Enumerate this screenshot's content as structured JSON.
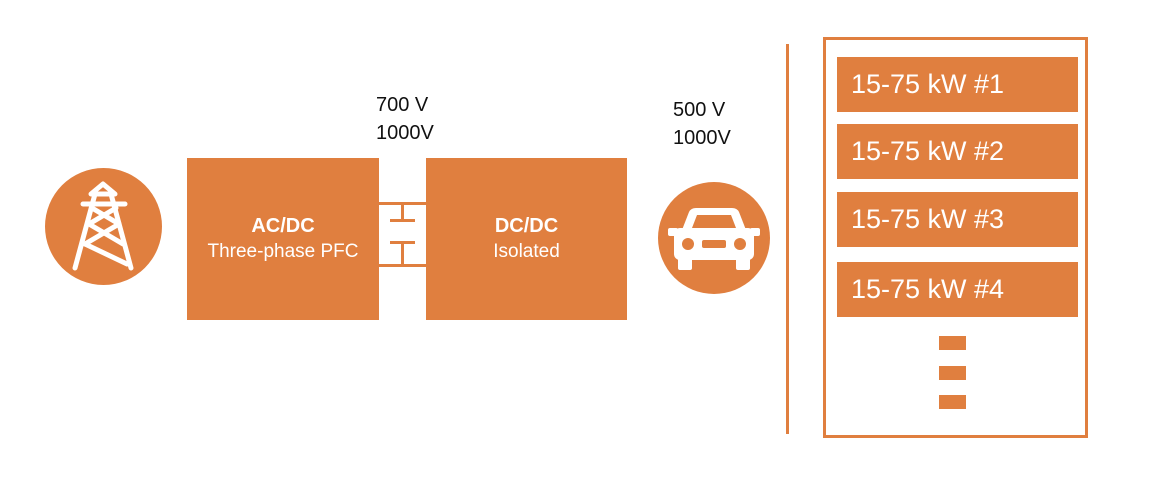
{
  "colors": {
    "accent": "#e07f3f",
    "text": "#111111",
    "on_accent": "#ffffff"
  },
  "icons": {
    "grid": "power-tower-icon",
    "vehicle": "car-icon"
  },
  "blocks": {
    "acdc": {
      "title": "AC/DC",
      "subtitle": "Three-phase PFC"
    },
    "dcdc": {
      "title": "DC/DC",
      "subtitle": "Isolated"
    }
  },
  "dc_link_voltage": {
    "line1": "700 V",
    "line2": "1000V"
  },
  "output_voltage": {
    "line1": "500 V",
    "line2": "1000V"
  },
  "modules": [
    {
      "label": "15-75 kW #1"
    },
    {
      "label": "15-75 kW #2"
    },
    {
      "label": "15-75 kW #3"
    },
    {
      "label": "15-75 kW #4"
    }
  ]
}
